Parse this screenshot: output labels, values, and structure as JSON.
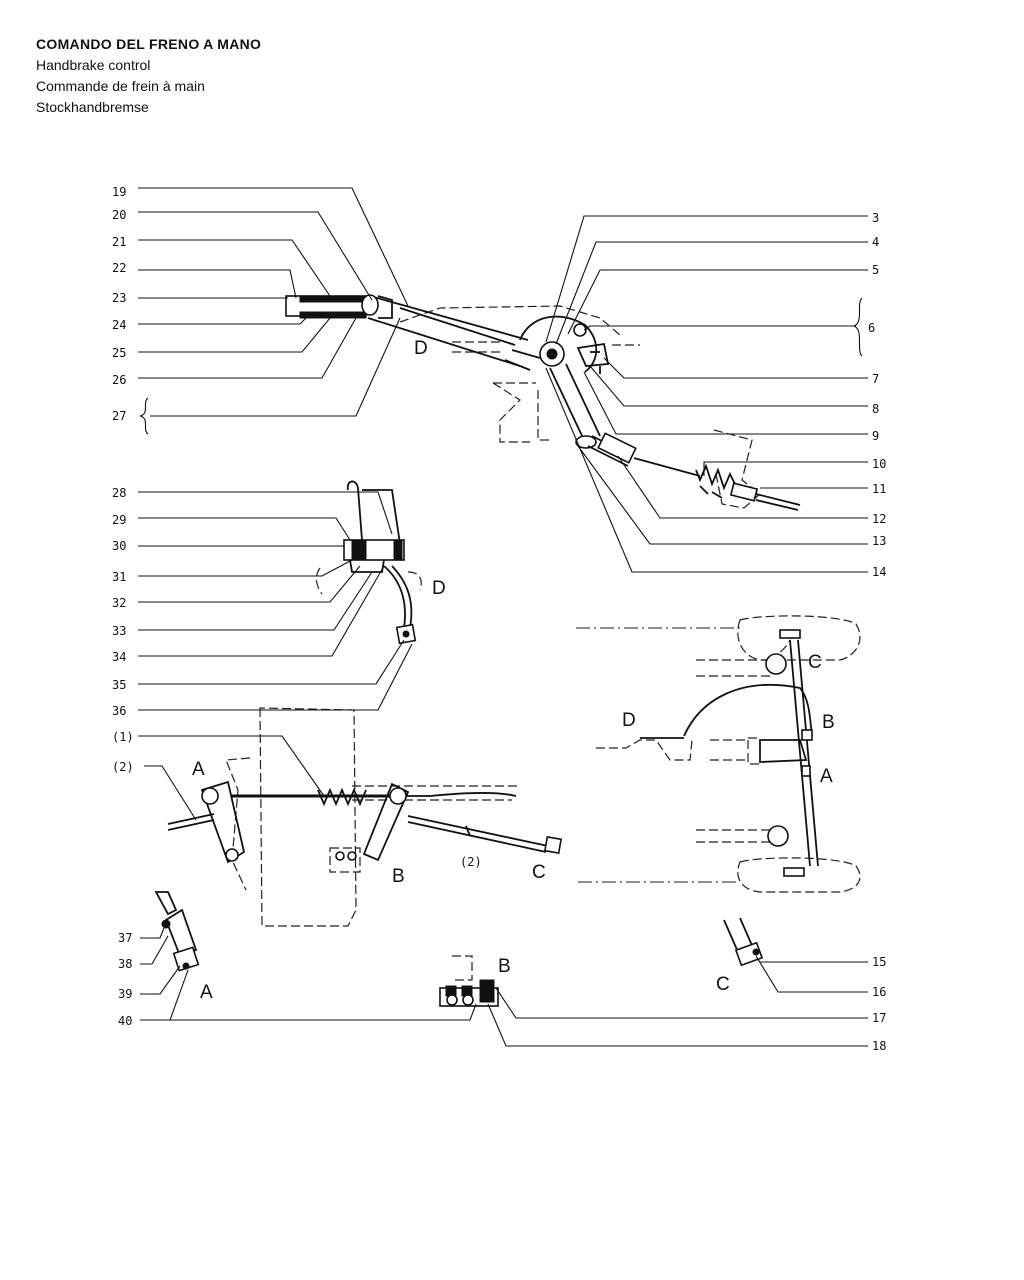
{
  "header": {
    "title_it": "COMANDO DEL FRENO A MANO",
    "title_en": "Handbrake control",
    "title_fr": "Commande de frein à main",
    "title_de": "Stockhandbremse"
  },
  "callouts_left_top": [
    "19",
    "20",
    "21",
    "22",
    "23",
    "24",
    "25",
    "26",
    "27"
  ],
  "callouts_right_top": [
    "3",
    "4",
    "5",
    "6",
    "7",
    "8",
    "9",
    "10",
    "11",
    "12",
    "13",
    "14"
  ],
  "callouts_left_mid": [
    "28",
    "29",
    "30",
    "31",
    "32",
    "33",
    "34",
    "35",
    "36"
  ],
  "callouts_left_low": [
    "(1)",
    "(2)"
  ],
  "callouts_left_bottom": [
    "37",
    "38",
    "39",
    "40"
  ],
  "callouts_right_bottom": [
    "15",
    "16",
    "17",
    "18"
  ],
  "view_letters": {
    "d1": "D",
    "d2": "D",
    "d3": "D",
    "a1": "A",
    "a2": "A",
    "a3": "A",
    "b1": "B",
    "b2": "B",
    "b3": "B",
    "c1": "C",
    "c2": "C",
    "c3": "C",
    "p2": "(2)"
  }
}
